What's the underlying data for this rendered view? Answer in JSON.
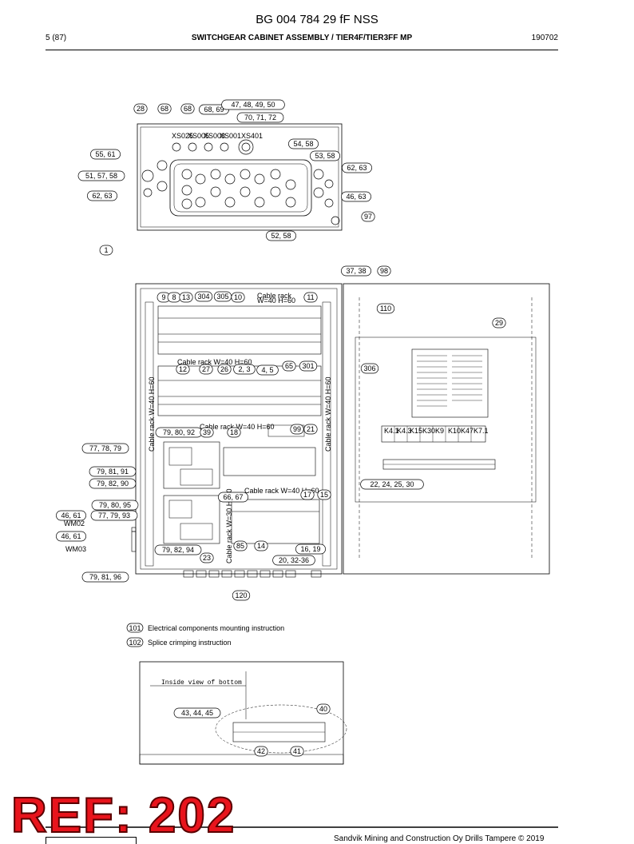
{
  "header": {
    "title": "BG 004 784 29 fF NSS",
    "page": "5 (87)",
    "section": "SWITCHGEAR CABINET ASSEMBLY / TIER4F/TIER3FF MP",
    "date": "190702"
  },
  "top_view": {
    "connectors": [
      "XS025",
      "XS005",
      "XS003",
      "XS001",
      "XS401"
    ],
    "callouts": {
      "c28": "28",
      "c68a": "68",
      "c68b": "68",
      "c6869": "68, 69",
      "c47": "47, 48, 49, 50",
      "c70": "70, 71, 72",
      "c55": "55, 61",
      "c51": "51, 57, 58",
      "c6263l": "62, 63",
      "c54": "54, 58",
      "c53": "53, 58",
      "c6263r": "62, 63",
      "c4663": "46, 63",
      "c97": "97",
      "c5258": "52, 58"
    }
  },
  "front_view": {
    "cable_racks": {
      "top": "Cable rack",
      "top_dims": "W=40 H=60",
      "mid": "Cable rack W=40 H=60",
      "lower": "Cable rack W=40 H=60",
      "bottom": "Cable rack W=40 H=60",
      "left_vertical": "Cable rack W=40 H=60",
      "right_vertical": "Cable rack W=40 H=60",
      "center_vertical": "Cable rack W=30 H=60"
    },
    "door_relays": [
      "K4.1",
      "K4.3",
      "K15",
      "K30",
      "K9",
      "K10",
      "K47",
      "K7.1"
    ],
    "callouts": {
      "c1": "1",
      "c3738": "37, 38",
      "c98": "98",
      "c110": "110",
      "c29": "29",
      "c9": "9",
      "c8": "8",
      "c13": "13",
      "c304": "304",
      "c305": "305",
      "c10": "10",
      "c11": "11",
      "c12": "12",
      "c27": "27",
      "c26": "26",
      "c23": "2, 3",
      "c45": "4, 5",
      "c65": "65",
      "c301": "301",
      "c306": "306",
      "c7980": "79, 80, 92",
      "c39": "39",
      "c18": "18",
      "c99": "99",
      "c21": "21",
      "c777879": "77, 78, 79",
      "c798191": "79, 81, 91",
      "c798290": "79, 82, 90",
      "c22": "22, 24, 25, 30",
      "c6667": "66, 67",
      "c17": "17",
      "c15": "15",
      "c798095": "79, 80, 95",
      "c4661a": "46, 61",
      "c777993": "77, 79, 93",
      "c4661b": "46, 61",
      "c85": "85",
      "c14": "14",
      "c1619": "16, 19",
      "c798294": "79, 82, 94",
      "c23b": "23",
      "c2032": "20, 32-36",
      "c798196": "79, 81, 96",
      "c120": "120"
    },
    "labels": {
      "wm02": "WM02",
      "wm03": "WM03"
    }
  },
  "instructions": [
    {
      "num": "101",
      "text": "Electrical components mounting instruction"
    },
    {
      "num": "102",
      "text": "Splice crimping instruction"
    }
  ],
  "bottom_view": {
    "title": "Inside view of bottom",
    "callouts": {
      "c434445": "43, 44, 45",
      "c40": "40",
      "c42": "42",
      "c41": "41"
    }
  },
  "stamp": "REF: 202",
  "footer": "Sandvik Mining and Construction Oy Drills Tampere © 2019"
}
